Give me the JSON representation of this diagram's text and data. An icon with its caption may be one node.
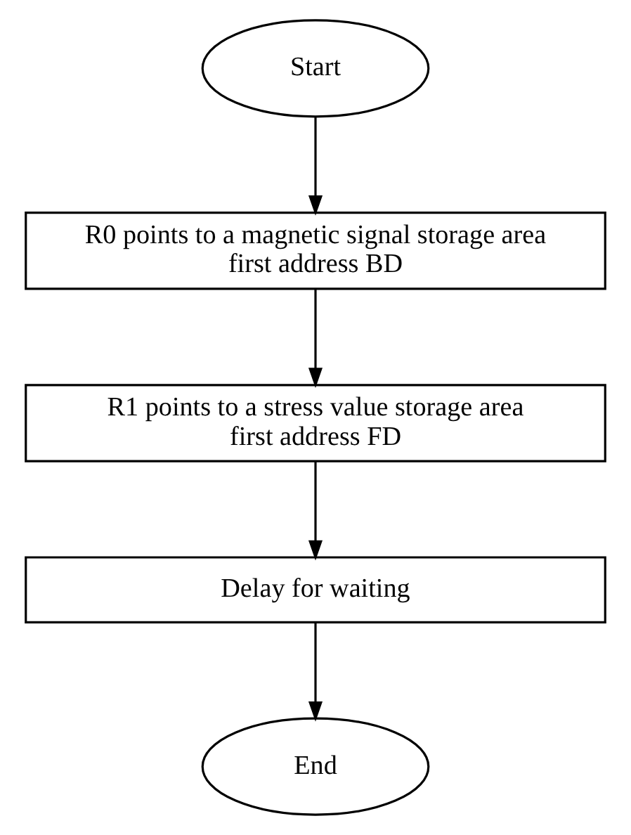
{
  "diagram": {
    "nodes": [
      {
        "text": [
          "Start"
        ]
      },
      {
        "text": [
          "R0 points to a magnetic signal storage area first address BD"
        ]
      },
      {
        "text": [
          "R1 points to a stress value storage area first address FD"
        ]
      },
      {
        "text": [
          "Delay for waiting"
        ]
      },
      {
        "text": [
          "End"
        ]
      }
    ],
    "edges": [
      {
        "from": 0,
        "to": 1,
        "arrow": "to"
      },
      {
        "from": 1,
        "to": 2,
        "arrow": "to"
      },
      {
        "from": 2,
        "to": 3,
        "arrow": "to"
      },
      {
        "from": 3,
        "to": 4,
        "arrow": "to"
      }
    ]
  }
}
